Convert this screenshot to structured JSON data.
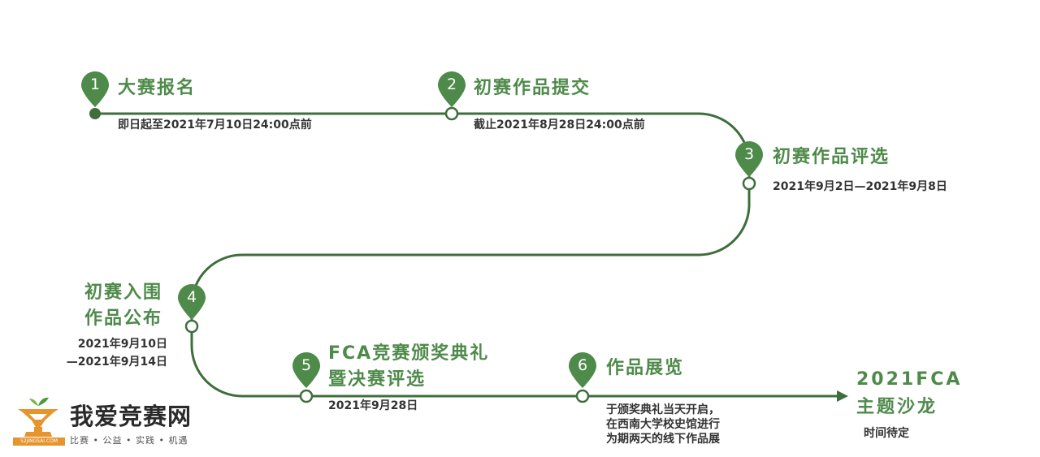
{
  "colors": {
    "accent": "#4e8a4a",
    "line": "#3f6e3c",
    "text": "#333333",
    "logo_orange": "#e6942e"
  },
  "stages": [
    {
      "number": "1",
      "title": "大赛报名",
      "date_lines": [
        "即日起至2021年7月10日24:00点前"
      ]
    },
    {
      "number": "2",
      "title": "初赛作品提交",
      "date_lines": [
        "截止2021年8月28日24:00点前"
      ]
    },
    {
      "number": "3",
      "title": "初赛作品评选",
      "date_lines": [
        "2021年9月2日—2021年9月8日"
      ]
    },
    {
      "number": "4",
      "title_lines": [
        "初赛入围",
        "作品公布"
      ],
      "date_lines": [
        "2021年9月10日",
        "—2021年9月14日"
      ]
    },
    {
      "number": "5",
      "title_lines": [
        "FCA竞赛颁奖典礼",
        "暨决赛评选"
      ],
      "date_lines": [
        "2021年9月28日"
      ]
    },
    {
      "number": "6",
      "title": "作品展览",
      "date_lines": [
        "于颁奖典礼当天开启，",
        "在西南大学校史馆进行",
        "为期两天的线下作品展"
      ]
    }
  ],
  "end": {
    "title_lines": [
      "2021FCA",
      "主题沙龙"
    ],
    "note": "时间待定"
  },
  "logo": {
    "name": "我爱竞赛网",
    "slogan": "比赛 • 公益 • 实践 • 机遇",
    "domain": "52JINGSAI.COM"
  }
}
